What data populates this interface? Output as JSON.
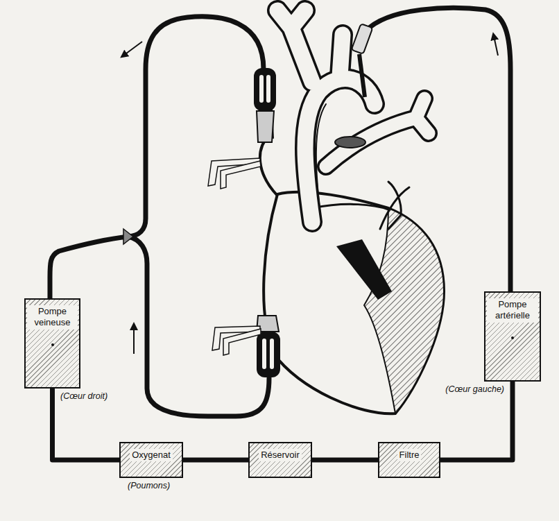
{
  "diagram": {
    "nodes": [
      {
        "text": [
          "Pompe veineuse",
          "(Cœur droit)"
        ]
      },
      {
        "text": [
          "Pompe artérielle",
          "(Cœur gauche)"
        ]
      },
      {
        "text": [
          "Oxygenat",
          "(Poumons)"
        ]
      },
      {
        "text": [
          "Réservoir"
        ]
      },
      {
        "text": [
          "Filtre"
        ]
      }
    ],
    "edges": [
      {
        "from": 0,
        "to": 2,
        "arrow": "none"
      },
      {
        "from": 2,
        "to": 3,
        "arrow": "none"
      },
      {
        "from": 3,
        "to": 4,
        "arrow": "none"
      },
      {
        "from": 4,
        "to": 1,
        "arrow": "none"
      }
    ]
  }
}
